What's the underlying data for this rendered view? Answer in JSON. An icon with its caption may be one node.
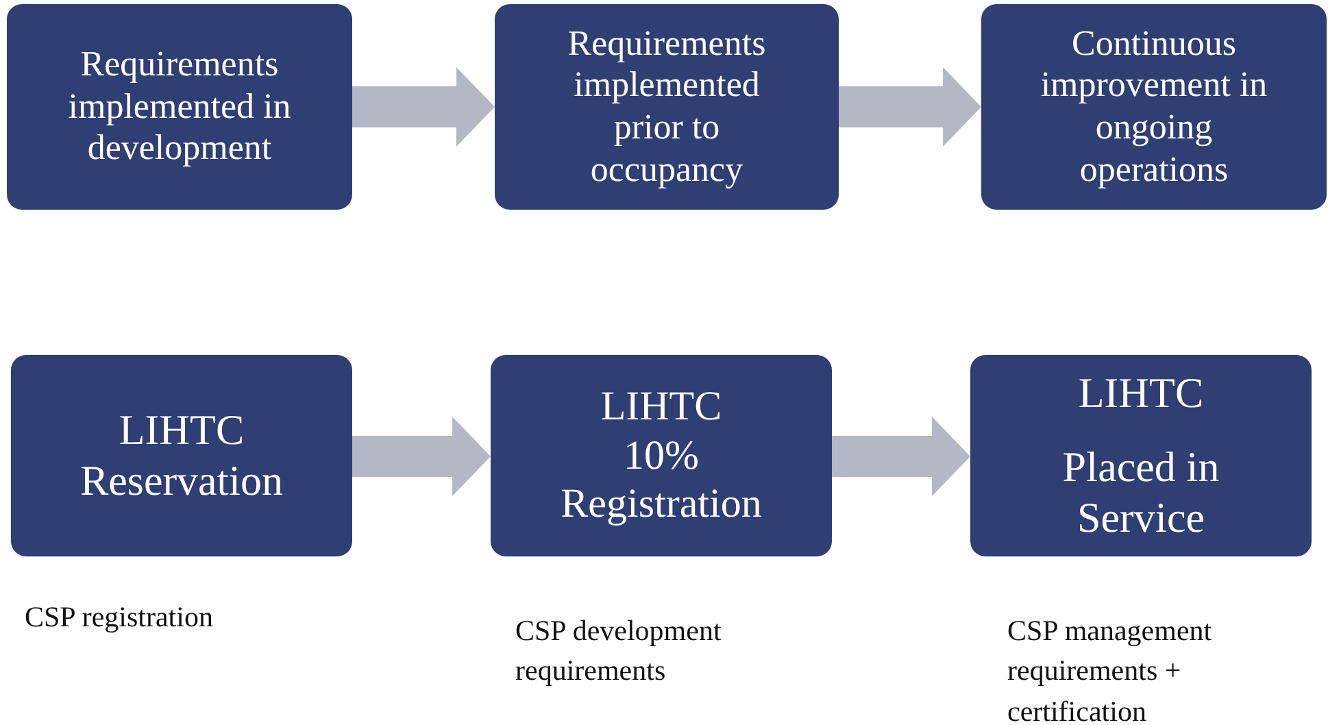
{
  "diagram": {
    "nodes": [
      {
        "text": [
          "Requirements implemented in development"
        ]
      },
      {
        "text": [
          "Requirements implemented prior to occupancy"
        ]
      },
      {
        "text": [
          "Continuous improvement in ongoing operations"
        ]
      },
      {
        "text": [
          "LIHTC Reservation"
        ],
        "beside": [
          "CSP registration"
        ]
      },
      {
        "text": [
          "LIHTC 10% Registration"
        ],
        "beside": [
          "CSP development requirements"
        ]
      },
      {
        "text": [
          "LIHTC",
          "Placed in Service"
        ],
        "beside": [
          "CSP management requirements + certification"
        ]
      }
    ],
    "edges": [
      {
        "from": 0,
        "to": 1,
        "arrow": "to"
      },
      {
        "from": 1,
        "to": 2,
        "arrow": "to"
      },
      {
        "from": 3,
        "to": 4,
        "arrow": "to"
      },
      {
        "from": 4,
        "to": 5,
        "arrow": "to"
      }
    ]
  }
}
